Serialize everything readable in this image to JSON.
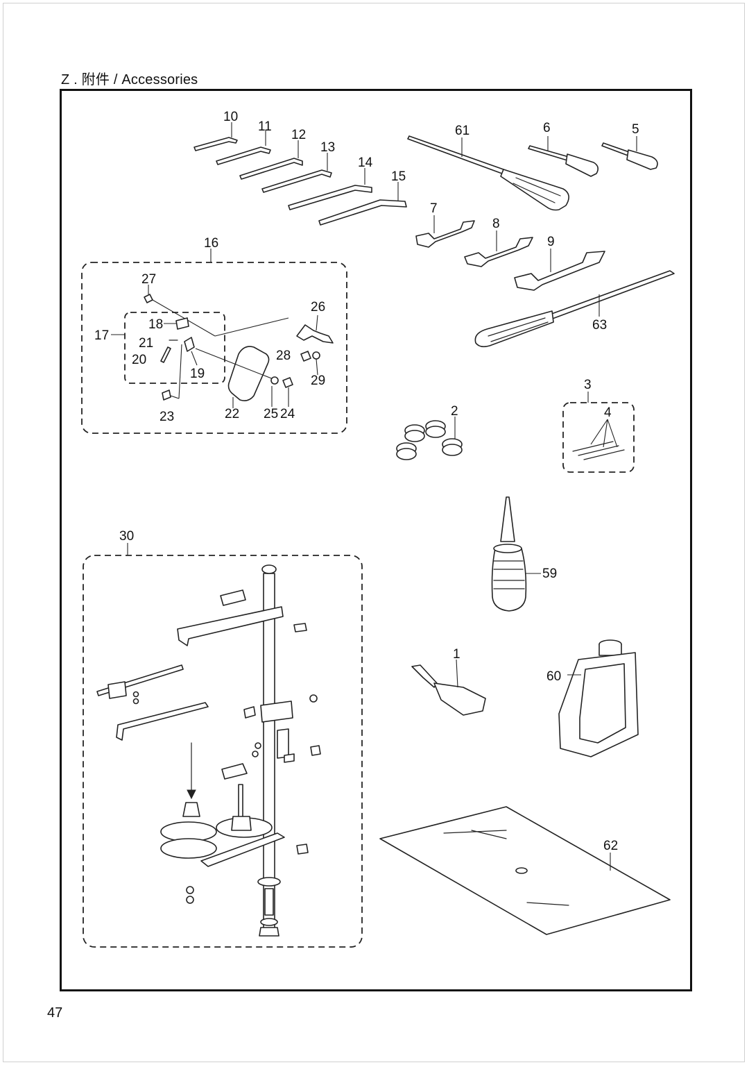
{
  "header": {
    "title": "Z . 附件 / Accessories"
  },
  "page_number": "47",
  "parts": {
    "p1": "1",
    "p2": "2",
    "p3": "3",
    "p4": "4",
    "p5": "5",
    "p6": "6",
    "p7": "7",
    "p8": "8",
    "p9": "9",
    "p10": "10",
    "p11": "11",
    "p12": "12",
    "p13": "13",
    "p14": "14",
    "p15": "15",
    "p16": "16",
    "p17": "17",
    "p18": "18",
    "p19": "19",
    "p20": "20",
    "p21": "21",
    "p22": "22",
    "p23": "23",
    "p24": "24",
    "p25": "25",
    "p26": "26",
    "p27": "27",
    "p28": "28",
    "p29": "29",
    "p30": "30",
    "p59": "59",
    "p60": "60",
    "p61": "61",
    "p62": "62",
    "p63": "63"
  }
}
